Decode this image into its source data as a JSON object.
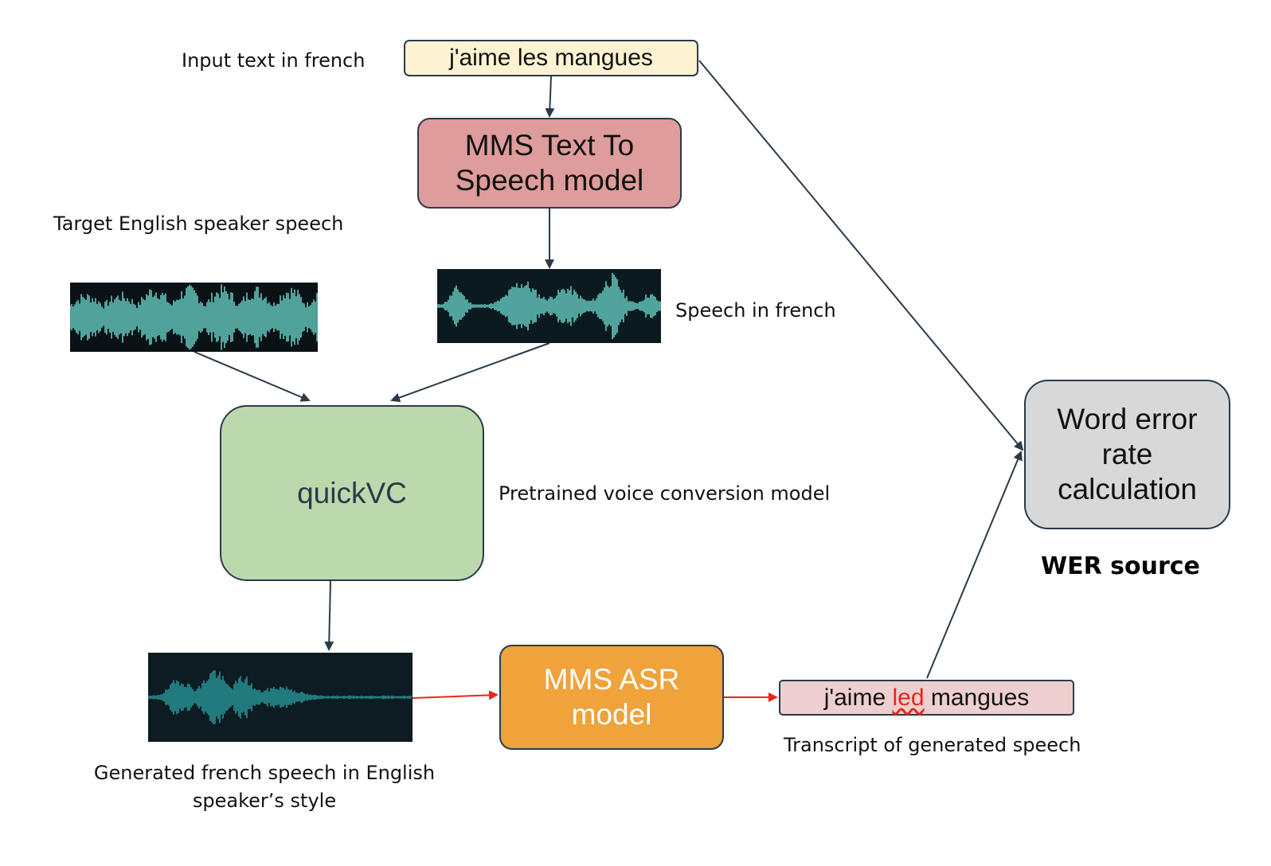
{
  "labels": {
    "input_text_caption": "Input text in french",
    "target_speaker_caption": "Target English speaker speech",
    "speech_french_caption": "Speech in french",
    "pretrained_caption": "Pretrained voice conversion model",
    "generated_caption_line1": "Generated french speech in English",
    "generated_caption_line2": "speaker’s style",
    "transcript_caption": "Transcript of generated speech",
    "wer_source": "WER source"
  },
  "boxes": {
    "input_text": "j'aime les mangues",
    "tts_line1": "MMS Text To",
    "tts_line2": "Speech model",
    "quickvc": "quickVC",
    "asr_line1": "MMS ASR",
    "asr_line2": "model",
    "wer_line1": "Word error",
    "wer_line2": "rate",
    "wer_line3": "calculation",
    "transcript_part1": "j'aime ",
    "transcript_error": "led",
    "transcript_part3": " mangues"
  },
  "colors": {
    "input_box": "#fdf3d3",
    "tts_box": "#df9c9c",
    "quickvc_box": "#bcd8ad",
    "asr_box": "#f0a23b",
    "wer_box": "#d8d8d8",
    "transcript_box": "#edcfcf",
    "error_text": "#e8261c",
    "arrow_dark": "#2b3a4a",
    "arrow_red": "#e8261c",
    "wave_bright": "#6ee0d4",
    "wave_dim": "#2aa3a6"
  }
}
